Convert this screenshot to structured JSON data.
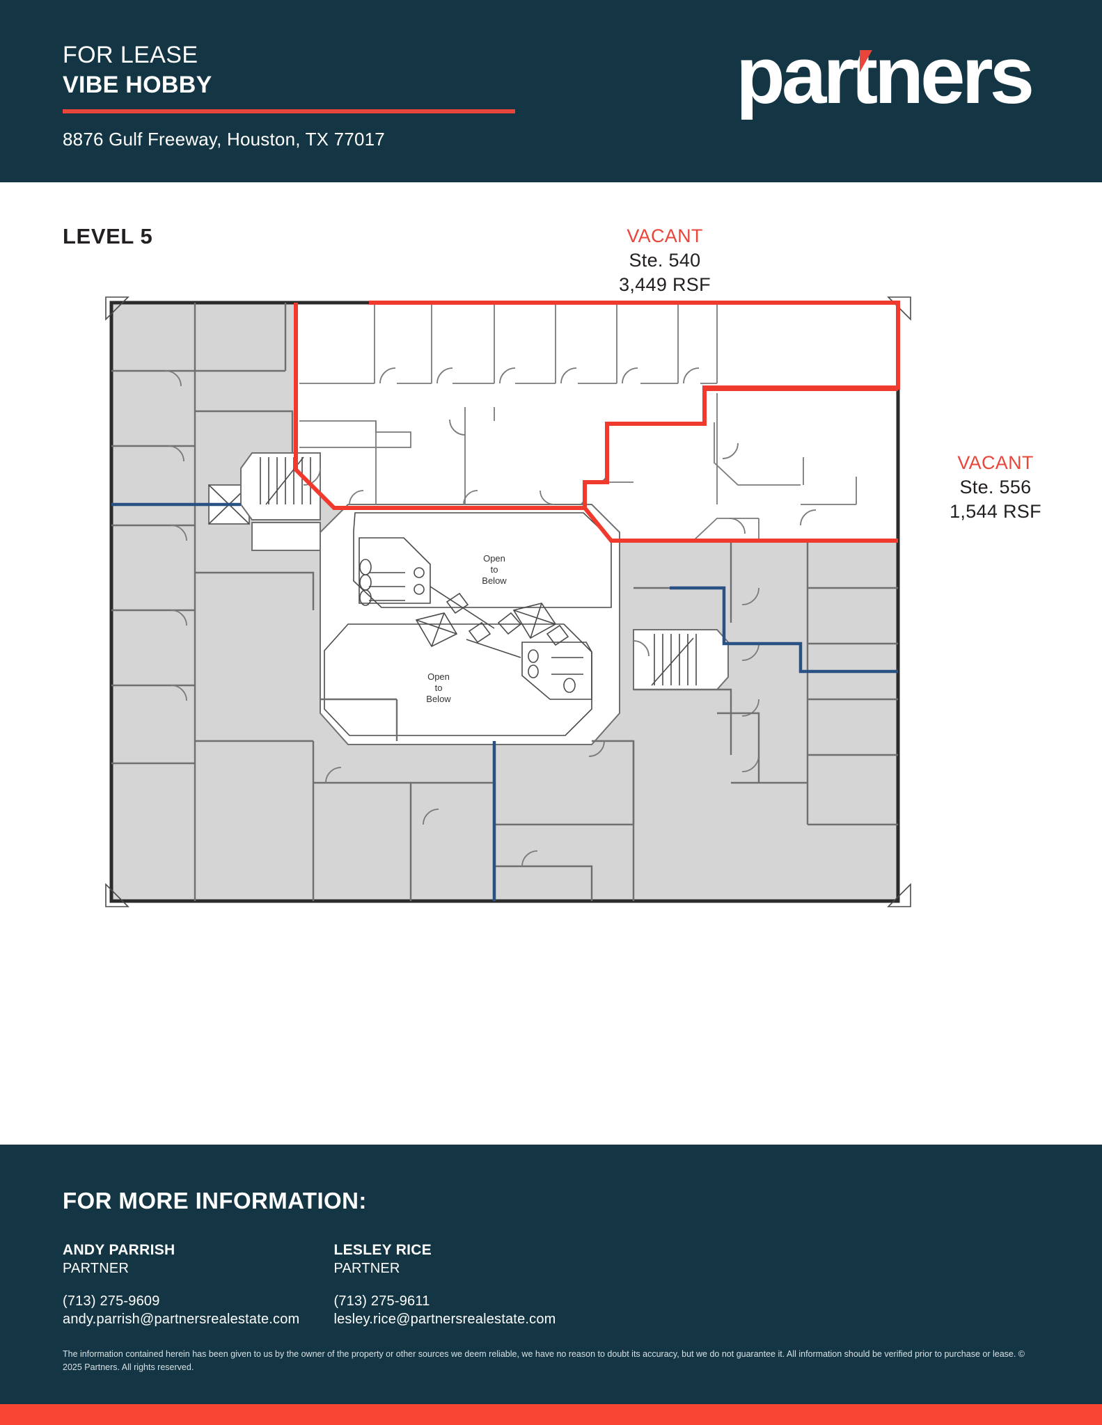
{
  "header": {
    "for_lease": "FOR LEASE",
    "property_name": "VIBE HOBBY",
    "address": "8876 Gulf Freeway, Houston, TX 77017",
    "logo_text": "partners",
    "brand_navy": "#143644",
    "brand_red": "#E8463A"
  },
  "plan": {
    "level_label": "LEVEL 5",
    "atrium_label_line1": "Open",
    "atrium_label_line2": "to",
    "atrium_label_line3": "Below",
    "vacant_color": "#F03A2E",
    "occupied_fill": "#d5d5d5",
    "corridor_color": "#2a5183",
    "callouts": [
      {
        "status": "VACANT",
        "suite": "Ste. 540",
        "rsf": "3,449 RSF"
      },
      {
        "status": "VACANT",
        "suite": "Ste. 556",
        "rsf": "1,544 RSF"
      }
    ]
  },
  "footer": {
    "heading": "FOR MORE INFORMATION:",
    "contacts": [
      {
        "name": "ANDY PARRISH",
        "title": "PARTNER",
        "phone": "(713) 275-9609",
        "email": "andy.parrish@partnersrealestate.com"
      },
      {
        "name": "LESLEY RICE",
        "title": "PARTNER",
        "phone": "(713) 275-9611",
        "email": "lesley.rice@partnersrealestate.com"
      }
    ],
    "disclaimer": "The information contained herein has been given to us by the owner of the property or other sources we deem reliable, we have no reason to doubt its accuracy, but we do not guarantee it. All information should be verified prior to purchase or lease. © 2025 Partners. All rights reserved."
  }
}
